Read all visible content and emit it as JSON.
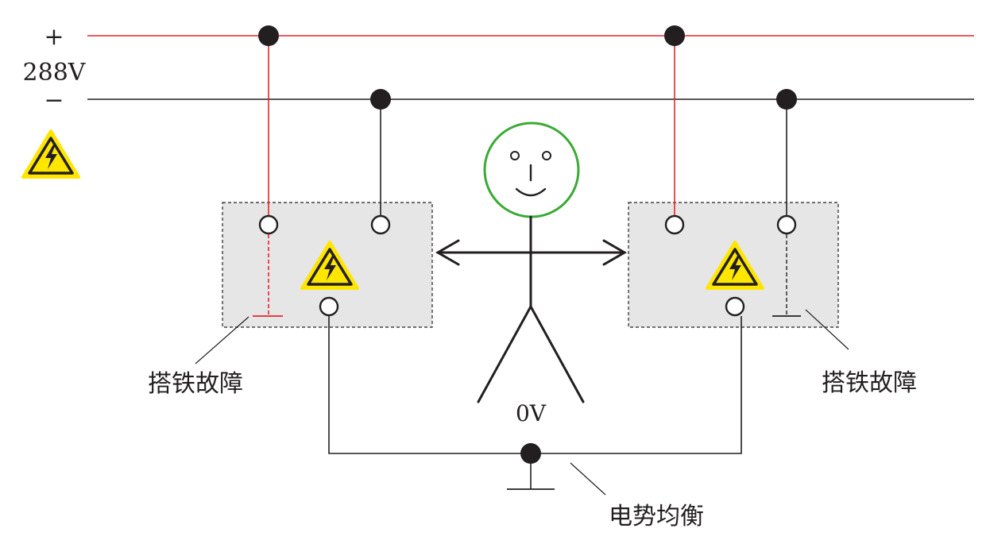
{
  "supply": {
    "plus_sign": "+",
    "voltage": "288V",
    "minus_sign": "−",
    "positive_color": "#e8242b",
    "negative_color": "#231f20"
  },
  "labels": {
    "left_fault": "搭铁故障",
    "right_fault": "搭铁故障",
    "person_voltage": "0V",
    "equipotential": "电势均衡"
  },
  "icons": {
    "warning": "high-voltage-warning-icon",
    "warning_fill": "#ffe600",
    "face_color": "#3aaa35",
    "module_fill": "#e6e6e6"
  }
}
